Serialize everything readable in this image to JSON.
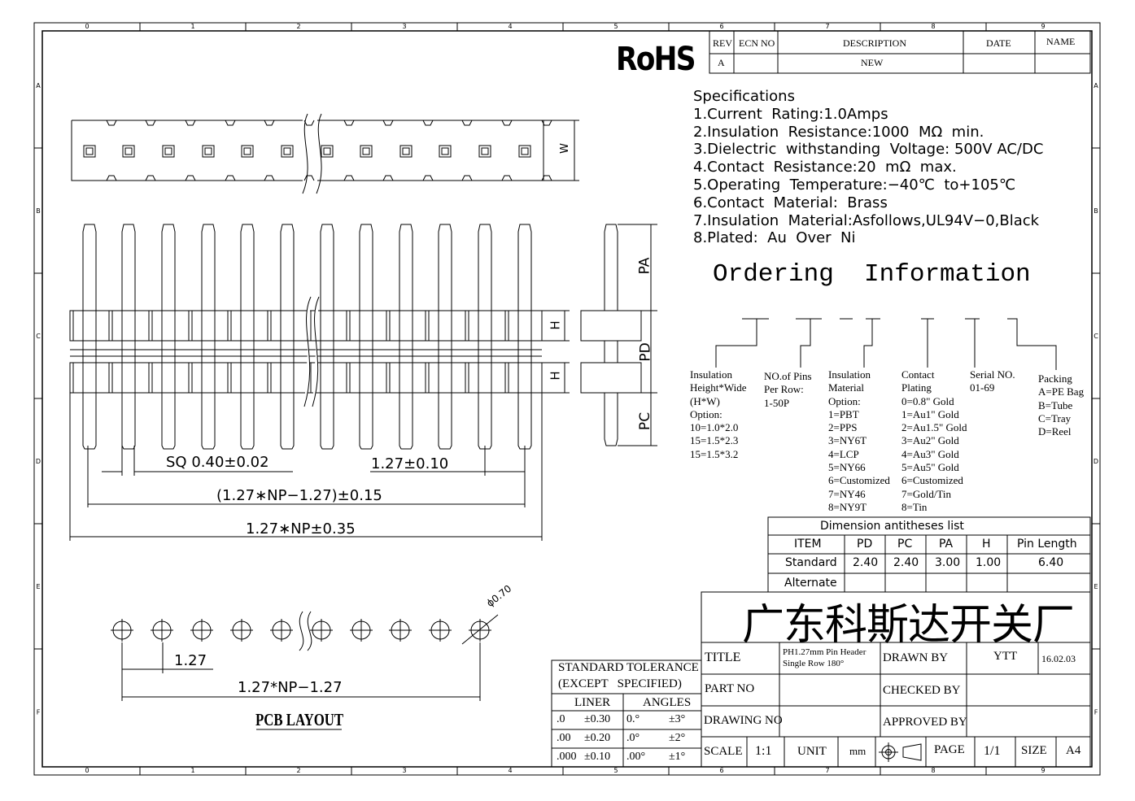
{
  "border": {
    "col_numbers": [
      "0",
      "1",
      "2",
      "3",
      "4",
      "5",
      "6",
      "7",
      "8",
      "9"
    ],
    "row_letters": [
      "A",
      "B",
      "C",
      "D",
      "E",
      "F"
    ]
  },
  "rohs": "RoHS",
  "revision_table": {
    "headers": [
      "REV",
      "ECN NO",
      "DESCRIPTION",
      "DATE",
      "NAME"
    ],
    "row": [
      "A",
      "",
      "NEW",
      "",
      ""
    ]
  },
  "specifications": {
    "title": "Specifications",
    "items": [
      "1.Current  Rating:1.0Amps",
      "2.Insulation  Resistance:1000  MΩ  min.",
      "3.Dielectric  withstanding  Voltage: 500V AC/DC",
      "4.Contact  Resistance:20  mΩ  max.",
      "5.Operating  Temperature:−40℃  to+105℃",
      "6.Contact  Material:  Brass",
      "7.Insulation  Material:Asfollows,UL94V−0,Black",
      "8.Plated:  Au  Over  Ni"
    ]
  },
  "ordering": {
    "title": "Ordering  Information",
    "columns": [
      {
        "lines": [
          "Insulation",
          "Height*Wide",
          "(H*W)",
          "Option:",
          "10=1.0*2.0",
          "15=1.5*2.3",
          "15=1.5*3.2"
        ]
      },
      {
        "lines": [
          "NO.of Pins",
          "Per Row:",
          "1-50P"
        ]
      },
      {
        "lines": [
          "Insulation",
          "Material",
          "Option:",
          "1=PBT",
          "2=PPS",
          "3=NY6T",
          "4=LCP",
          "5=NY66",
          "6=Customized",
          "7=NY46",
          "8=NY9T"
        ]
      },
      {
        "lines": [
          "Contact",
          "Plating",
          "0=0.8\" Gold",
          "1=Au1\" Gold",
          "2=Au1.5\" Gold",
          "3=Au2\" Gold",
          "4=Au3\" Gold",
          "5=Au5\" Gold",
          "6=Customized",
          "7=Gold/Tin",
          "8=Tin"
        ]
      },
      {
        "lines": [
          "Serial NO.",
          "01-69"
        ]
      },
      {
        "lines": [
          "Packing",
          "A=PE Bag",
          "B=Tube",
          "C=Tray",
          "D=Reel"
        ]
      }
    ]
  },
  "drawing_labels": {
    "w": "W",
    "pa": "PA",
    "pd": "PD",
    "pc": "PC",
    "h1": "H",
    "h2": "H",
    "sq": "SQ  0.40±0.02",
    "pitch": "1.27±0.10",
    "np_minus": "(1.27∗NP−1.27)±0.15",
    "np_total": "1.27∗NP±0.35",
    "hole_dia": "ϕ0.70",
    "pcb_pitch": "1.27",
    "pcb_span": "1.27*NP−1.27",
    "pcb_title": "PCB LAYOUT"
  },
  "dimension_table": {
    "title": "Dimension antitheses list",
    "headers": [
      "ITEM",
      "PD",
      "PC",
      "PA",
      "H",
      "Pin Length"
    ],
    "rows": [
      [
        "Standard",
        "2.40",
        "2.40",
        "3.00",
        "1.00",
        "6.40"
      ],
      [
        "Alternate",
        "",
        "",
        "",
        "",
        ""
      ]
    ]
  },
  "tolerance": {
    "title1": "STANDARD TOLERANCE",
    "title2": "(EXCEPT   SPECIFIED)",
    "liner": "LINER",
    "angles": "ANGLES",
    "rows": [
      [
        ".0",
        "±0.30",
        "0.°",
        "±3°"
      ],
      [
        ".00",
        "±0.20",
        ".0°",
        "±2°"
      ],
      [
        ".000",
        "±0.10",
        ".00°",
        "±1°"
      ]
    ]
  },
  "title_block": {
    "company": "广东科斯达开关厂",
    "title_label": "TITLE",
    "title_value_1": "PH1.27mm Pin Header",
    "title_value_2": "Single Row 180°",
    "drawn_by_label": "DRAWN BY",
    "drawn_by": "YTT",
    "date": "16.02.03",
    "part_no_label": "PART NO",
    "checked_by_label": "CHECKED BY",
    "drawing_no_label": "DRAWING NO",
    "approved_by_label": "APPROVED BY",
    "scale_label": "SCALE",
    "scale": "1:1",
    "unit_label": "UNIT",
    "unit": "mm",
    "page_label": "PAGE",
    "page": "1/1",
    "size_label": "SIZE",
    "size": "A4"
  }
}
